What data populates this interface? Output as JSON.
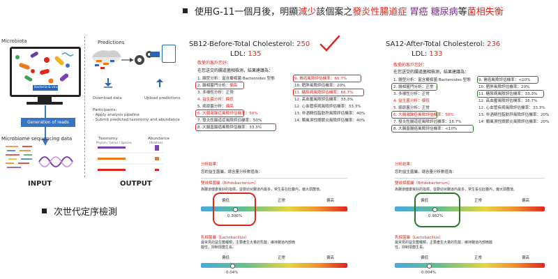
{
  "heading": {
    "prefix": "使用G-11一個月後，明顯",
    "reduce": "減少",
    "middle": "該個案之",
    "disease1": "發炎性腸道症",
    "disease2": "胃癌",
    "disease3": "糖尿病",
    "suffix": "等",
    "imbalance": "菌相失衡"
  },
  "left": {
    "microbiota": "Microbiota",
    "monitor_caption": "Bacteria & viruses",
    "generation": "Generation of reads",
    "seq_data": "Microbiome sequencing data",
    "input": "INPUT",
    "predictions": "Predictions",
    "download": "Download data",
    "upload": "Upload predictions",
    "participants": "Participants:",
    "p1": "- Apply analysis pipeline",
    "p2": "- Submit predicted taxonomy and abundance",
    "taxonomy": "Taxonomy",
    "taxonomy_sub": "Phylum / Genus / Species",
    "abundance": "Abundance",
    "abundance_sub": "(Relative)",
    "output": "OUTPUT",
    "nextgen": "次世代定序檢測"
  },
  "before": {
    "title_a": "SB12-Before-Total Cholesterol: ",
    "title_val": "250",
    "ldl_a": "LDL: ",
    "ldl_val": "135",
    "greeting": "敬愛的客戶您好：",
    "intro": "在您送交的腸道菌相檢測，結果建議為：",
    "left_items": [
      "1. 腸型分析：富含擬桿菌 Bacteroides 型態",
      "2. 腸相菌門分析：",
      "3. 多樣性分析：正常",
      "4. 益生菌分析：偏低",
      "5. 病原菌分析：",
      "6. 大腸激躁症風險評估機率：50%",
      "7. 發炎性腸道症風險評估機率：50%",
      "8. 大腸直腸癌風險評估機率：33.3%"
    ],
    "item2_flag": "偏高",
    "item5_flag": "偏高",
    "right_items": [
      "9. 胃癌風險評估機率：66.7%",
      "10. 肥胖風險評估機率：20%",
      "11. 糖尿病風險評估機率：66.7%",
      "12. 高血壓風險評估機率：33.3%",
      "12. 心血管疾病風險評估機率：33.3%",
      "13. 非酒精性脂肪肝風險評估機率：40%",
      "14. 類風濕性關節炎風險評估機率：40%"
    ],
    "result_label": "分析結果：",
    "result_sub": "您的益生菌屬，總含量分析數值為：",
    "bifido": "雙歧桿菌屬（Bifidobacterium）",
    "bifido_desc": "為腸道健康良好的指標，從嬰幼兒腸道內最多，常生長在肚腹內，偏大頭菌落。",
    "low": "偏低",
    "normal": "正常",
    "high": "偏高",
    "bifido_val": "0.306%",
    "lacto": "乳桿菌屬（Lactobacillus）",
    "lacto_desc": "最常見的益生菌種類，主要產生大量的乳酸，維持腸道內部微酸性，抑制壞菌生長。",
    "lacto_val": "0.04%"
  },
  "after": {
    "title_a": "SA12-After-Total Cholesterol: ",
    "title_val": "236",
    "ldl_a": "LDL: ",
    "ldl_val": "133",
    "greeting": "敬愛的客戶您好：",
    "intro": "在您送交的腸道菌相檢測，結果建議為：",
    "left_items": [
      "1. 腸型分析：富含擬桿菌 Bacteroides 型態",
      "2. 腸相菌門分析：正常",
      "3. 多樣性分析：正常",
      "4. 益生菌分析：偏低",
      "5. 病原菌分析：正常",
      "6. 大腸激躁症風險評估機率：50%",
      "7. 發炎性腸道症風險評估機率：16.7%",
      "8. 大腸直腸癌風險評估機率：<10%"
    ],
    "right_items": [
      "9. 胃癌風險評估機率：<10%",
      "10. 肥胖風險評估機率：20%",
      "11. 糖尿病風險評估機率：33.3%",
      "12. 高血壓風險評估機率：16.7%",
      "12. 心血管疾病風險評估機率：33.3%",
      "13. 非酒精性脂肪肝風險評估機率：20%",
      "14. 類風濕性關節炎風險評估機率：20%"
    ],
    "result_label": "分析結果：",
    "result_sub": "您的益生菌屬，總含量分析數值為：",
    "bifido": "雙歧桿菌屬（Bifidobacterium）",
    "bifido_desc": "為腸道健康良好的指標，從嬰幼兒腸道內最多，常生長在肚腹內，偏大頭菌落。",
    "low": "偏低",
    "normal": "正常",
    "high": "偏高",
    "bifido_val": "0.982%",
    "lacto": "乳桿菌屬（Lactobacillus）",
    "lacto_desc": "最常見的益生菌種類，主要產生大量的乳酸，維持腸道內部微酸性，抑制壞菌生長。",
    "lacto_val": "0.004%"
  },
  "colors": {
    "red": "#e0261b",
    "green": "#2d7a2d",
    "blue": "#3874c4"
  }
}
